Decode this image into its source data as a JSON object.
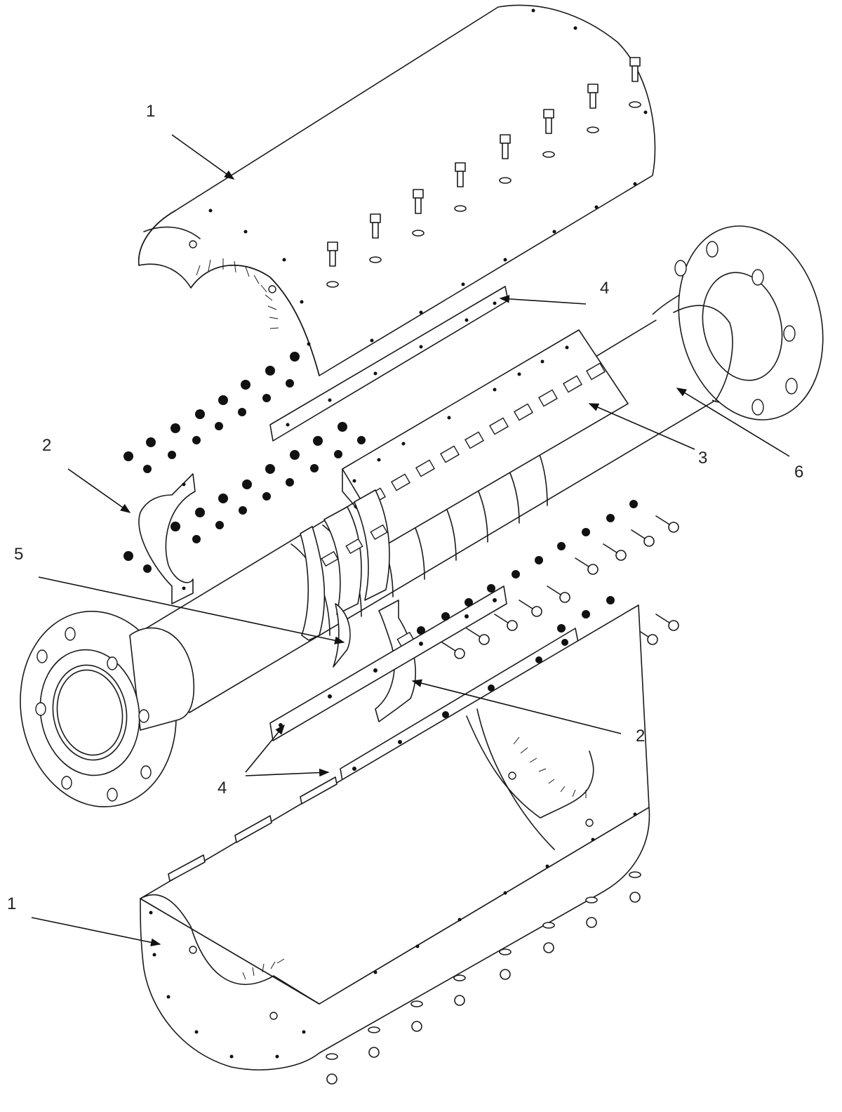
{
  "callouts": [
    {
      "id": "cover-upper",
      "text": "1"
    },
    {
      "id": "strip-upper",
      "text": "4"
    },
    {
      "id": "saddle-left",
      "text": "2"
    },
    {
      "id": "perforated-plate",
      "text": "3"
    },
    {
      "id": "pipe-flange",
      "text": "6"
    },
    {
      "id": "ring-band",
      "text": "5"
    },
    {
      "id": "saddle-lower",
      "text": "2"
    },
    {
      "id": "strip-lower",
      "text": "4"
    },
    {
      "id": "cover-lower",
      "text": "1"
    }
  ],
  "colors": {
    "line": "#1a1a1a",
    "paper": "#ffffff"
  }
}
